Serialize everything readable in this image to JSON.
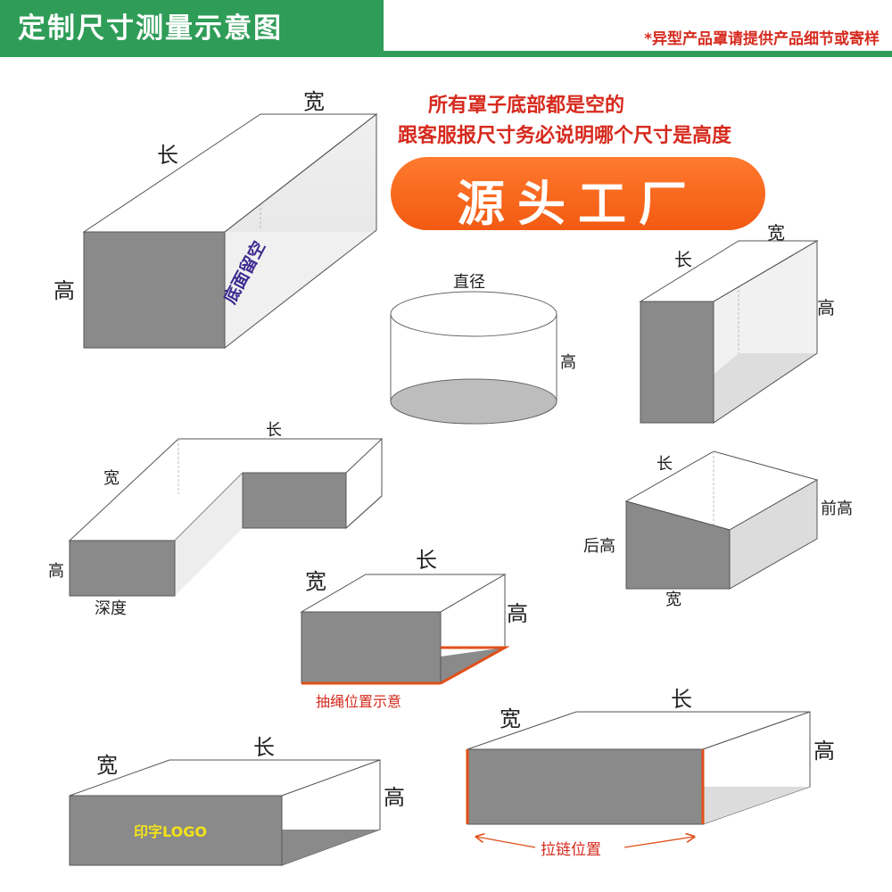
{
  "header": {
    "title": "定制尺寸测量示意图",
    "notice": "*异型产品罩请提供产品细节或寄样"
  },
  "notes": {
    "line1": "所有罩子底部都是空的",
    "line2": "跟客服报尺寸务必说明哪个尺寸是高度",
    "badge": "源头工厂"
  },
  "colors": {
    "brand_green": "#2f9d57",
    "accent_red": "#d62a1e",
    "badge_orange": "#f25a12",
    "face_gray": "#8a8a8a",
    "zipper_orange": "#e0501a",
    "logo_yellow": "#f2e21a",
    "empty_text_purple": "#3d2a8f"
  },
  "shapes": {
    "box1": {
      "width": "宽",
      "length": "长",
      "height": "高",
      "bottom_note": "底面留空"
    },
    "cylinder": {
      "diameter": "直径",
      "height": "高"
    },
    "box2": {
      "width": "宽",
      "length": "长",
      "height": "高"
    },
    "lshape": {
      "length": "长",
      "width": "宽",
      "height": "高",
      "depth": "深度"
    },
    "slant": {
      "length": "长",
      "front_height": "前高",
      "back_height": "后高",
      "width": "宽"
    },
    "drawstring": {
      "width": "宽",
      "length": "长",
      "height": "高",
      "caption": "抽绳位置示意"
    },
    "logo_box": {
      "width": "宽",
      "length": "长",
      "height": "高",
      "logo": "印字LOGO"
    },
    "zipper_box": {
      "width": "宽",
      "length": "长",
      "height": "高",
      "caption": "拉链位置"
    }
  }
}
